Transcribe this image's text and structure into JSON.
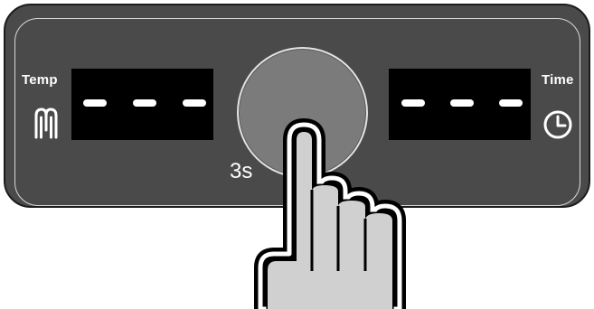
{
  "panel": {
    "temp": {
      "label": "Temp",
      "icon": "heating-element-icon",
      "display": "- - -"
    },
    "time": {
      "label": "Time",
      "icon": "clock-icon",
      "display": "- - -"
    },
    "knob": {
      "hold_label": "3s"
    }
  },
  "overlay": {
    "icon": "pointing-hand-icon"
  },
  "colors": {
    "panel": "#4a4a4a",
    "display": "#000000",
    "knob": "#7b7b7b",
    "hand": "#d0d0d0",
    "text": "#ffffff"
  }
}
